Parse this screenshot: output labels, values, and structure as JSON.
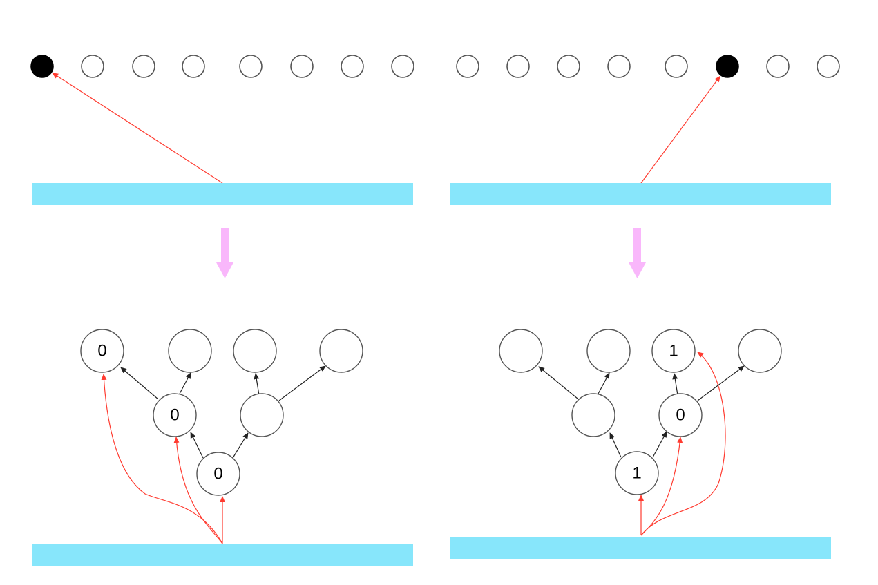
{
  "colors": {
    "bar": "#87E6FB",
    "query": "#FF3B30",
    "transition_arrow": "#F9B7FB"
  },
  "top_row": {
    "dot_count": 16,
    "filled": [
      0,
      13
    ]
  },
  "panels": [
    {
      "id": "left",
      "top_query_target": 0,
      "trees": [
        {
          "label": "0"
        },
        {
          "label": ""
        },
        {
          "label": ""
        },
        {
          "label": ""
        },
        {
          "label": "0"
        },
        {
          "label": ""
        },
        {
          "label": "0"
        }
      ]
    },
    {
      "id": "right",
      "top_query_target": 13,
      "trees": [
        {
          "label": ""
        },
        {
          "label": ""
        },
        {
          "label": "1"
        },
        {
          "label": ""
        },
        {
          "label": ""
        },
        {
          "label": "0"
        },
        {
          "label": "1"
        }
      ]
    }
  ]
}
